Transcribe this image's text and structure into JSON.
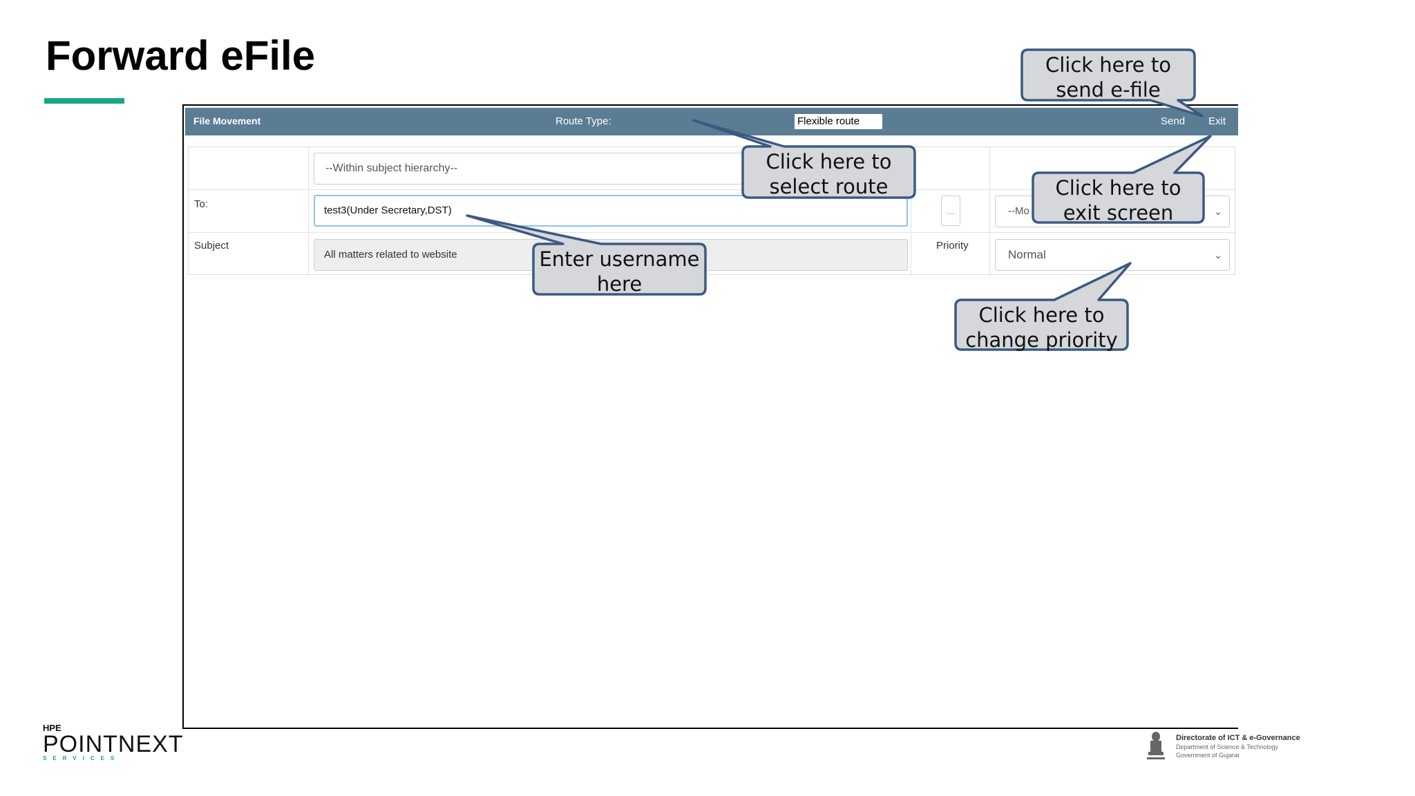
{
  "slide": {
    "title": "Forward eFile"
  },
  "header": {
    "title": "File Movement",
    "route_type_label": "Route Type:",
    "route_type_value": "Flexible route",
    "send_label": "Send",
    "exit_label": "Exit"
  },
  "form": {
    "hierarchy_placeholder": "--Within subject hierarchy--",
    "to_label": "To:",
    "to_value": "test3(Under Secretary,DST)",
    "dots_label": "...",
    "mode_value": "--Mo",
    "subject_label": "Subject",
    "subject_value": "All matters related to website",
    "priority_label": "Priority",
    "priority_value": "Normal"
  },
  "callouts": {
    "send": [
      "Click here to",
      "send e-file"
    ],
    "route": [
      "Click here to",
      "select route"
    ],
    "exit": [
      "Click here to",
      "exit screen"
    ],
    "username": [
      "Enter username",
      "here"
    ],
    "priority": [
      "Click here to",
      "change priority"
    ]
  },
  "footer": {
    "logo_top": "HPE",
    "logo_main": "POINTNEXT",
    "logo_sub": "SERVICES",
    "gov_line1": "Directorate of ICT & e-Governance",
    "gov_line2": "Department of Science & Technology",
    "gov_line3": "Government of Gujarat"
  },
  "colors": {
    "accent": "#17a589",
    "header_bg": "#5b7d93",
    "callout_fill": "#d5d7db",
    "callout_border": "#3b5a82"
  }
}
